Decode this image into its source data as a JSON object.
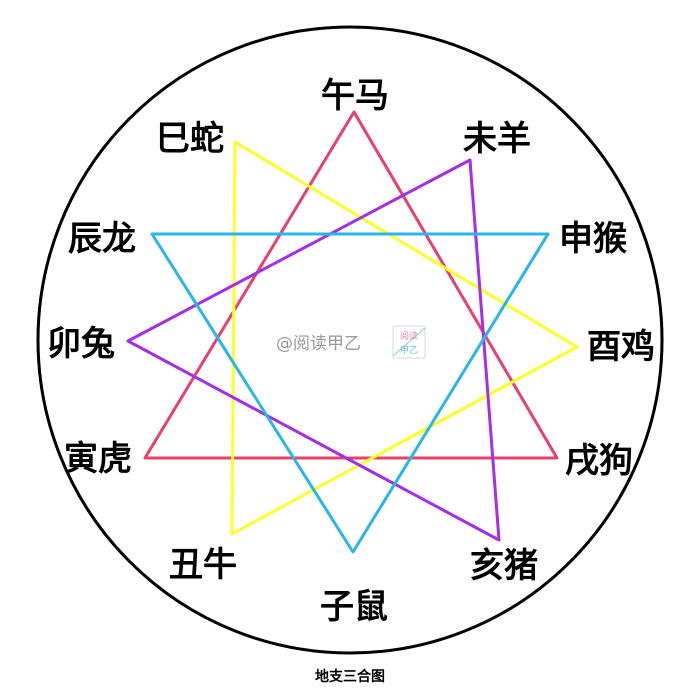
{
  "branches": {
    "wu_ma": "午马",
    "wei_yang": "未羊",
    "shen_hou": "申猴",
    "you_ji": "酉鸡",
    "xu_gou": "戌狗",
    "hai_zhu": "亥猪",
    "zi_shu": "子鼠",
    "chou_niu": "丑牛",
    "yin_hu": "寅虎",
    "mao_tu": "卯兔",
    "chen_long": "辰龙",
    "si_she": "巳蛇"
  },
  "triangles": {
    "fire": {
      "members": [
        "寅虎",
        "午马",
        "戌狗"
      ],
      "color": "#e8416a"
    },
    "metal": {
      "members": [
        "巳蛇",
        "酉鸡",
        "丑牛"
      ],
      "color": "#ffff2a"
    },
    "wood": {
      "members": [
        "亥猪",
        "卯兔",
        "未羊"
      ],
      "color": "#a52ee6"
    },
    "water": {
      "members": [
        "申猴",
        "子鼠",
        "辰龙"
      ],
      "color": "#29b6e8"
    }
  },
  "watermark": {
    "text": "@阅读甲乙",
    "logo_top": "阅读",
    "logo_bottom": "甲乙"
  },
  "caption": "地支三合图"
}
